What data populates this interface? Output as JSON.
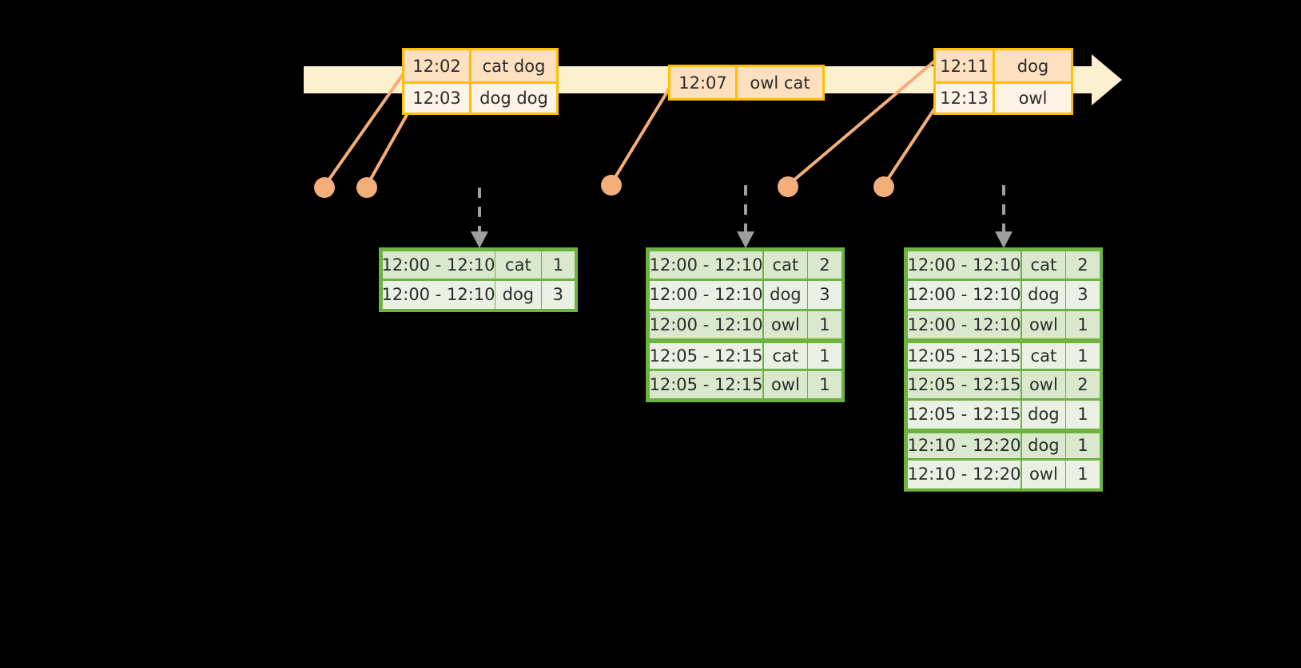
{
  "diagram": {
    "title_semantic": "windowed-word-count-timeline",
    "colors": {
      "timeline_bar": "#FDF0CE",
      "event_border": "#FFC000",
      "event_fill": "#FDF3E7",
      "event_fill_alt": "#FCE0C0",
      "connector": "#F4AE79",
      "table_border": "#6DB33F",
      "table_fill": "#EAF1E4",
      "table_fill_alt": "#DAE8CE",
      "arrow": "#9E9E9E",
      "background": "#000000"
    }
  },
  "timeline": {
    "name": "event-stream-timeline",
    "arrow_direction": "right"
  },
  "events": [
    {
      "id": "event-group-1",
      "rows": [
        {
          "time": "12:02",
          "text": "cat dog"
        },
        {
          "time": "12:03",
          "text": "dog dog"
        }
      ]
    },
    {
      "id": "event-group-2",
      "rows": [
        {
          "time": "12:07",
          "text": "owl cat"
        }
      ]
    },
    {
      "id": "event-group-3",
      "rows": [
        {
          "time": "12:11",
          "text": "dog"
        },
        {
          "time": "12:13",
          "text": "owl"
        }
      ]
    }
  ],
  "tables": [
    {
      "id": "result-table-1",
      "rows": [
        {
          "range": "12:00 - 12:10",
          "word": "cat",
          "count": "1"
        },
        {
          "range": "12:00 - 12:10",
          "word": "dog",
          "count": "3"
        }
      ]
    },
    {
      "id": "result-table-2",
      "rows": [
        {
          "range": "12:00 - 12:10",
          "word": "cat",
          "count": "2"
        },
        {
          "range": "12:00 - 12:10",
          "word": "dog",
          "count": "3"
        },
        {
          "range": "12:00 - 12:10",
          "word": "owl",
          "count": "1"
        },
        {
          "range": "12:05 - 12:15",
          "word": "cat",
          "count": "1"
        },
        {
          "range": "12:05 - 12:15",
          "word": "owl",
          "count": "1"
        }
      ]
    },
    {
      "id": "result-table-3",
      "rows": [
        {
          "range": "12:00 - 12:10",
          "word": "cat",
          "count": "2"
        },
        {
          "range": "12:00 - 12:10",
          "word": "dog",
          "count": "3"
        },
        {
          "range": "12:00 - 12:10",
          "word": "owl",
          "count": "1"
        },
        {
          "range": "12:05 - 12:15",
          "word": "cat",
          "count": "1"
        },
        {
          "range": "12:05 - 12:15",
          "word": "owl",
          "count": "2"
        },
        {
          "range": "12:05 - 12:15",
          "word": "dog",
          "count": "1"
        },
        {
          "range": "12:10 - 12:20",
          "word": "dog",
          "count": "1"
        },
        {
          "range": "12:10 - 12:20",
          "word": "owl",
          "count": "1"
        }
      ]
    }
  ]
}
